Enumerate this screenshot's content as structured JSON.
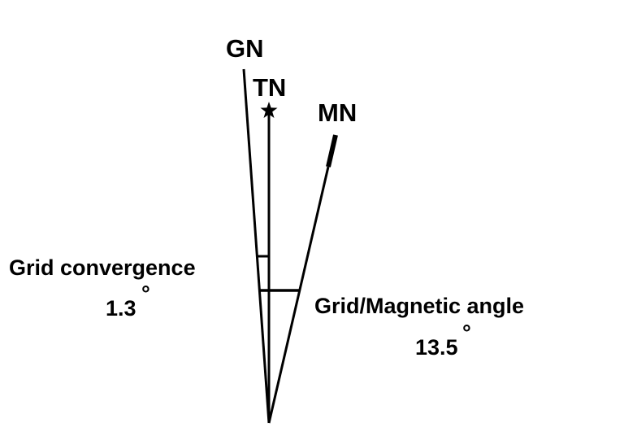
{
  "labels": {
    "grid_north": "GN",
    "true_north": "TN",
    "magnetic_north": "MN",
    "grid_convergence_title": "Grid convergence",
    "grid_convergence_value": "1.3",
    "grid_magnetic_title": "Grid/Magnetic angle",
    "grid_magnetic_value": "13.5",
    "degree_symbol": "°"
  },
  "colors": {
    "ink": "#000000",
    "background": "#ffffff"
  },
  "icons": {
    "true_north_marker": "star-icon"
  }
}
